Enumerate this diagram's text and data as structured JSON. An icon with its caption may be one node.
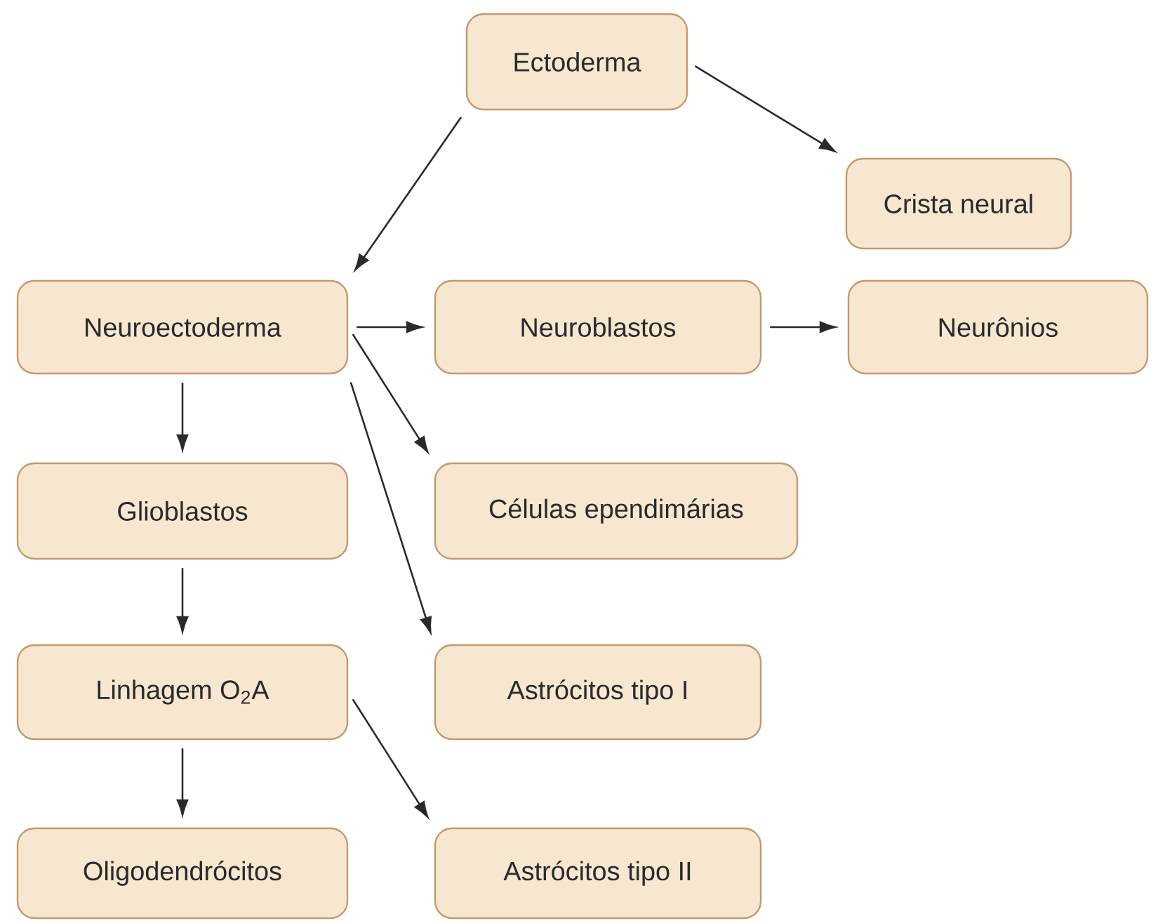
{
  "diagram": {
    "nodes": [
      {
        "text": [
          "Ectoderma"
        ]
      },
      {
        "text": [
          "Crista neural"
        ]
      },
      {
        "text": [
          "Neuroectoderma"
        ]
      },
      {
        "text": [
          "Neuroblastos"
        ]
      },
      {
        "text": [
          "Neurônios"
        ]
      },
      {
        "text": [
          "Glioblastos"
        ]
      },
      {
        "text": [
          "Células ependimárias"
        ]
      },
      {
        "text": [
          "Linhagem O$_{2}$A"
        ]
      },
      {
        "text": [
          "Astrócitos tipo I"
        ]
      },
      {
        "text": [
          "Oligodendrócitos"
        ]
      },
      {
        "text": [
          "Astrócitos tipo II"
        ]
      }
    ],
    "edges": [
      {
        "from": 0,
        "to": 2,
        "arrow": "to"
      },
      {
        "from": 0,
        "to": 1,
        "arrow": "to"
      },
      {
        "from": 2,
        "to": 3,
        "arrow": "to"
      },
      {
        "from": 3,
        "to": 4,
        "arrow": "to"
      },
      {
        "from": 2,
        "to": 5,
        "arrow": "to"
      },
      {
        "from": 2,
        "to": 6,
        "arrow": "to"
      },
      {
        "from": 2,
        "to": 8,
        "arrow": "to"
      },
      {
        "from": 5,
        "to": 7,
        "arrow": "to"
      },
      {
        "from": 7,
        "to": 9,
        "arrow": "to"
      },
      {
        "from": 7,
        "to": 10,
        "arrow": "to"
      }
    ]
  }
}
